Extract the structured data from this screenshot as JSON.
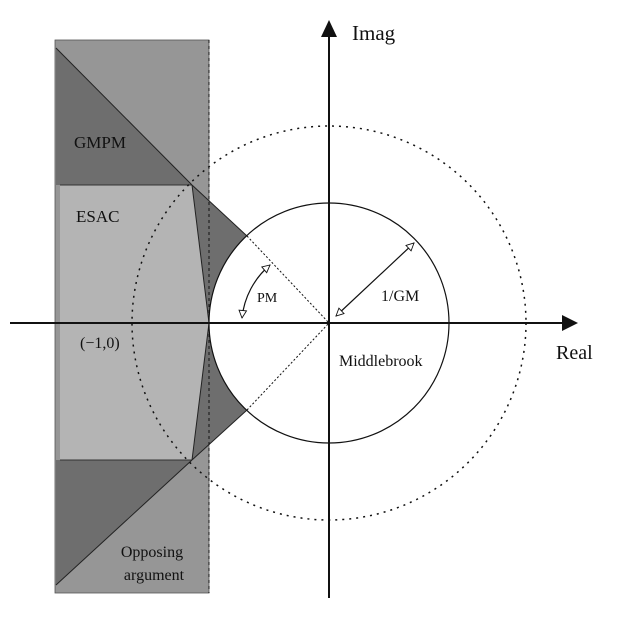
{
  "axes": {
    "x_label": "Real",
    "y_label": "Imag"
  },
  "labels": {
    "critical_point": "(−1,0)",
    "phase_margin": "PM",
    "gain_margin": "1/GM"
  },
  "regions": [
    {
      "name": "GMPM",
      "color": "#6e6e6e"
    },
    {
      "name": "ESAC",
      "color": "#b4b4b4"
    },
    {
      "name": "Middlebrook",
      "color": "#ffffff"
    },
    {
      "name": "Opposing\nargument",
      "color": "#969696"
    }
  ],
  "colors": {
    "opposing": "#969696",
    "esac": "#b4b4b4",
    "gmpm": "#6e6e6e",
    "line": "#111111"
  }
}
